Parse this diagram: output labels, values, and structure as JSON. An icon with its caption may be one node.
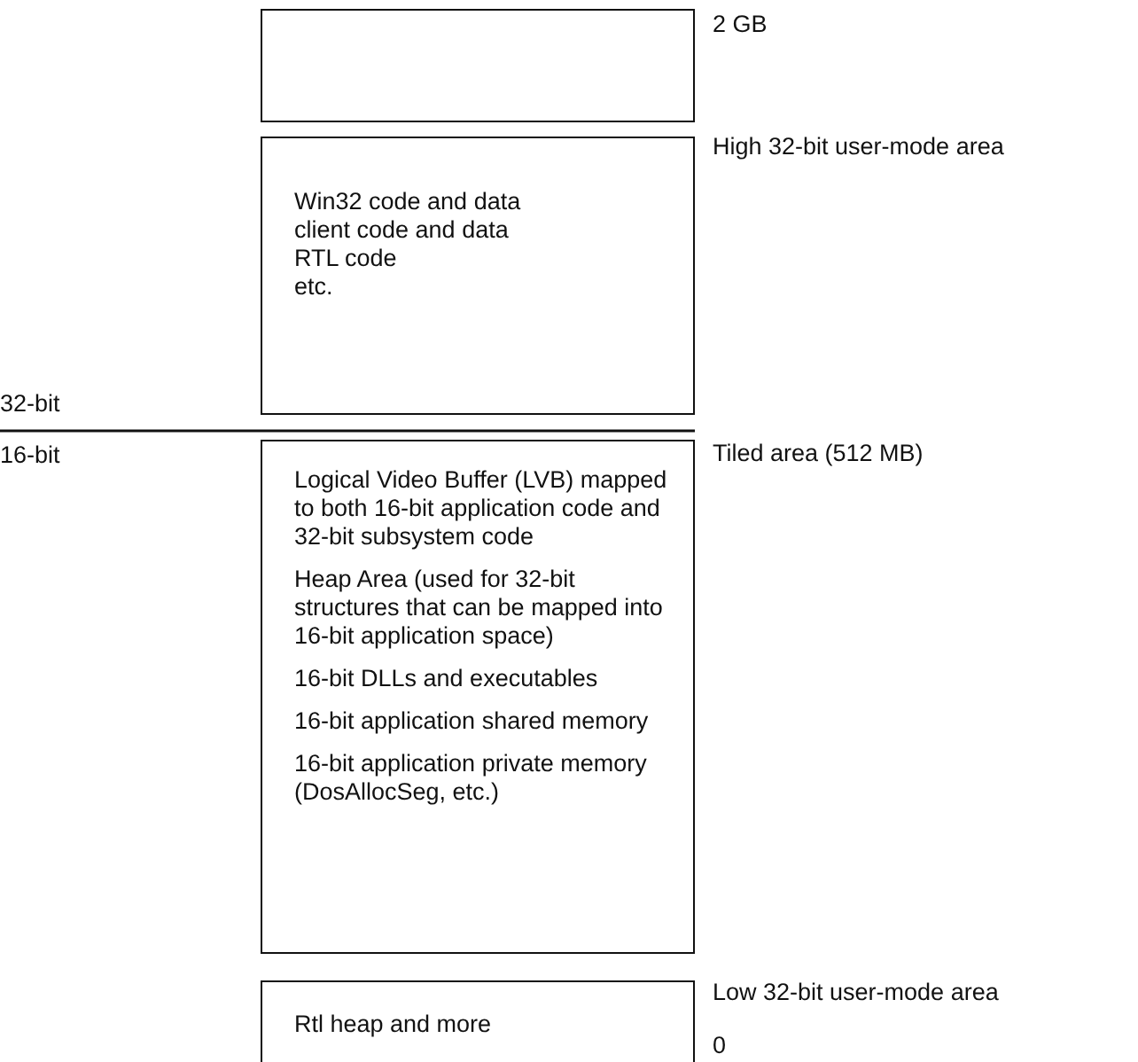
{
  "diagram": {
    "nodes": [
      {
        "text": [],
        "shape": "box"
      },
      {
        "text": [
          "Win32 code and data",
          "client code and data",
          "RTL code",
          "etc."
        ]
      },
      {
        "text": [
          "Logical Video Buffer (LVB) mapped to both 16-bit application code and 32-bit subsystem code",
          "Heap Area (used for 32-bit structures that can be mapped into 16-bit application space)",
          "16-bit DLLs and executables",
          "16-bit application shared memory",
          "16-bit application private memory (DosAllocSeg, etc.)"
        ]
      },
      {
        "text": [
          "Rtl heap and more"
        ]
      }
    ],
    "edges": [],
    "labels": [
      "2 GB",
      "High 32-bit user-mode area",
      "32-bit",
      "16-bit",
      "Tiled area (512 MB)",
      "Low 32-bit user-mode area",
      "0"
    ]
  }
}
